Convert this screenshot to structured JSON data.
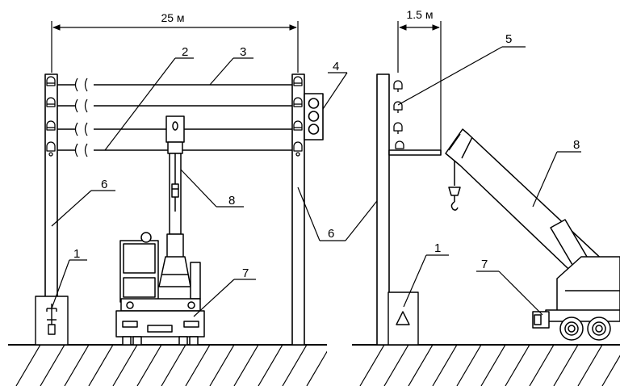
{
  "dimensions": {
    "span": "25 м",
    "clearance": "1.5 м"
  },
  "callouts": [
    "1",
    "2",
    "3",
    "4",
    "5",
    "6",
    "7",
    "8"
  ],
  "legend_keys": {
    "cabinet": "1",
    "wire_lower": "2",
    "wire_upper": "3",
    "traffic_light": "4",
    "insulator": "5",
    "pole": "6",
    "truck": "7",
    "boom": "8"
  },
  "colors": {
    "ink": "#000000",
    "paper": "#ffffff"
  }
}
